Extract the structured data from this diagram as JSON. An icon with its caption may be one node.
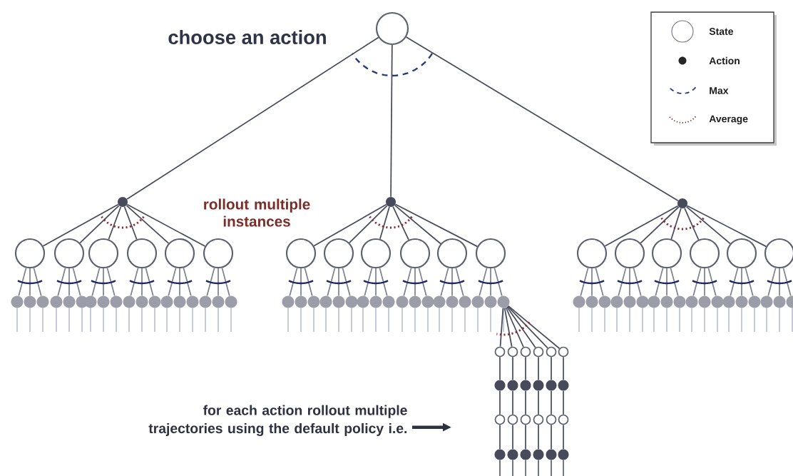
{
  "diagram": {
    "nodes": [
      {
        "text": [],
        "shape": "circle"
      },
      {
        "text": [],
        "shape": "dot"
      },
      {
        "text": [],
        "shape": "dot"
      },
      {
        "text": [],
        "shape": "dot"
      },
      {
        "text": [],
        "shape": "circle"
      },
      {
        "text": [],
        "shape": "circle"
      },
      {
        "text": [],
        "shape": "circle"
      },
      {
        "text": [],
        "shape": "circle"
      },
      {
        "text": [],
        "shape": "circle"
      },
      {
        "text": [],
        "shape": "circle"
      },
      {
        "text": [],
        "shape": "circle"
      },
      {
        "text": [],
        "shape": "circle"
      },
      {
        "text": [],
        "shape": "circle"
      },
      {
        "text": [],
        "shape": "circle"
      },
      {
        "text": [],
        "shape": "circle"
      },
      {
        "text": [],
        "shape": "circle"
      },
      {
        "text": [],
        "shape": "circle"
      },
      {
        "text": [],
        "shape": "circle"
      },
      {
        "text": [],
        "shape": "circle"
      },
      {
        "text": [],
        "shape": "circle"
      },
      {
        "text": [],
        "shape": "circle"
      },
      {
        "text": [],
        "shape": "circle"
      },
      {
        "text": [],
        "shape": "dot"
      },
      {
        "text": [],
        "shape": "dot"
      },
      {
        "text": [],
        "shape": "dot"
      },
      {
        "text": [],
        "shape": "dot"
      },
      {
        "text": [],
        "shape": "dot"
      },
      {
        "text": [],
        "shape": "dot"
      },
      {
        "text": [],
        "shape": "dot"
      },
      {
        "text": [],
        "shape": "dot"
      },
      {
        "text": [],
        "shape": "dot"
      },
      {
        "text": [],
        "shape": "dot"
      },
      {
        "text": [],
        "shape": "dot"
      },
      {
        "text": [],
        "shape": "dot"
      },
      {
        "text": [],
        "shape": "dot"
      },
      {
        "text": [],
        "shape": "dot"
      },
      {
        "text": [],
        "shape": "dot"
      },
      {
        "text": [],
        "shape": "dot"
      },
      {
        "text": [],
        "shape": "dot"
      },
      {
        "text": [],
        "shape": "dot"
      },
      {
        "text": [],
        "shape": "dot"
      },
      {
        "text": [],
        "shape": "dot"
      },
      {
        "text": [],
        "shape": "dot"
      },
      {
        "text": [],
        "shape": "dot"
      },
      {
        "text": [],
        "shape": "dot"
      },
      {
        "text": [],
        "shape": "dot"
      },
      {
        "text": [],
        "shape": "dot"
      },
      {
        "text": [],
        "shape": "dot"
      },
      {
        "text": [],
        "shape": "dot"
      },
      {
        "text": [],
        "shape": "dot"
      },
      {
        "text": [],
        "shape": "dot"
      },
      {
        "text": [],
        "shape": "dot"
      },
      {
        "text": [],
        "shape": "dot"
      },
      {
        "text": [],
        "shape": "dot"
      },
      {
        "text": [],
        "shape": "dot"
      },
      {
        "text": [],
        "shape": "dot"
      },
      {
        "text": [],
        "shape": "dot"
      },
      {
        "text": [],
        "shape": "dot"
      },
      {
        "text": [],
        "shape": "dot"
      },
      {
        "text": [],
        "shape": "dot"
      },
      {
        "text": [],
        "shape": "dot"
      },
      {
        "text": [],
        "shape": "dot"
      },
      {
        "text": [],
        "shape": "dot"
      },
      {
        "text": [],
        "shape": "dot"
      },
      {
        "text": [],
        "shape": "dot"
      },
      {
        "text": [],
        "shape": "dot"
      },
      {
        "text": [],
        "shape": "dot"
      },
      {
        "text": [],
        "shape": "dot"
      },
      {
        "text": [],
        "shape": "dot"
      },
      {
        "text": [],
        "shape": "dot"
      },
      {
        "text": [],
        "shape": "dot"
      },
      {
        "text": [],
        "shape": "dot"
      },
      {
        "text": [],
        "shape": "dot"
      },
      {
        "text": [],
        "shape": "dot"
      },
      {
        "text": [],
        "shape": "dot"
      },
      {
        "text": [],
        "shape": "dot"
      },
      {
        "text": [],
        "shape": "circle"
      },
      {
        "text": [],
        "shape": "circle"
      },
      {
        "text": [],
        "shape": "circle"
      },
      {
        "text": [],
        "shape": "circle"
      },
      {
        "text": [],
        "shape": "circle"
      },
      {
        "text": [],
        "shape": "circle"
      },
      {
        "text": [],
        "shape": "dot"
      },
      {
        "text": [],
        "shape": "dot"
      },
      {
        "text": [],
        "shape": "dot"
      },
      {
        "text": [],
        "shape": "dot"
      },
      {
        "text": [],
        "shape": "dot"
      },
      {
        "text": [],
        "shape": "dot"
      },
      {
        "text": [],
        "shape": "circle"
      },
      {
        "text": [],
        "shape": "circle"
      },
      {
        "text": [],
        "shape": "circle"
      },
      {
        "text": [],
        "shape": "circle"
      },
      {
        "text": [],
        "shape": "circle"
      },
      {
        "text": [],
        "shape": "circle"
      },
      {
        "text": [],
        "shape": "dot"
      },
      {
        "text": [],
        "shape": "dot"
      },
      {
        "text": [],
        "shape": "dot"
      },
      {
        "text": [],
        "shape": "dot"
      },
      {
        "text": [],
        "shape": "dot"
      },
      {
        "text": [],
        "shape": "dot"
      },
      {
        "text": [
          "for each action rollout multiple trajectories using the default policy i.e."
        ]
      }
    ],
    "edges": [
      {
        "from": 0,
        "to": 1,
        "arrow": "none",
        "color": "#474b5c"
      },
      {
        "from": 0,
        "to": 2,
        "arrow": "none",
        "color": "#474b5c"
      },
      {
        "from": 0,
        "to": 3,
        "arrow": "none",
        "color": "#474b5c"
      },
      {
        "from": 1,
        "to": 4,
        "arrow": "none",
        "color": "#474b5c"
      },
      {
        "from": 1,
        "to": 5,
        "arrow": "none",
        "color": "#474b5c"
      },
      {
        "from": 1,
        "to": 6,
        "arrow": "none",
        "color": "#474b5c"
      },
      {
        "from": 1,
        "to": 7,
        "arrow": "none",
        "color": "#474b5c"
      },
      {
        "from": 1,
        "to": 8,
        "arrow": "none",
        "color": "#474b5c"
      },
      {
        "from": 1,
        "to": 9,
        "arrow": "none",
        "color": "#474b5c"
      },
      {
        "from": 2,
        "to": 10,
        "arrow": "none",
        "color": "#474b5c"
      },
      {
        "from": 2,
        "to": 11,
        "arrow": "none",
        "color": "#474b5c"
      },
      {
        "from": 2,
        "to": 12,
        "arrow": "none",
        "color": "#474b5c"
      },
      {
        "from": 2,
        "to": 13,
        "arrow": "none",
        "color": "#474b5c"
      },
      {
        "from": 2,
        "to": 14,
        "arrow": "none",
        "color": "#474b5c"
      },
      {
        "from": 2,
        "to": 15,
        "arrow": "none",
        "color": "#474b5c"
      },
      {
        "from": 3,
        "to": 16,
        "arrow": "none",
        "color": "#474b5c"
      },
      {
        "from": 3,
        "to": 17,
        "arrow": "none",
        "color": "#474b5c"
      },
      {
        "from": 3,
        "to": 18,
        "arrow": "none",
        "color": "#474b5c"
      },
      {
        "from": 3,
        "to": 19,
        "arrow": "none",
        "color": "#474b5c"
      },
      {
        "from": 3,
        "to": 20,
        "arrow": "none",
        "color": "#474b5c"
      },
      {
        "from": 3,
        "to": 21,
        "arrow": "none",
        "color": "#474b5c"
      },
      {
        "from": 4,
        "to": 22,
        "arrow": "none"
      },
      {
        "from": 4,
        "to": 23,
        "arrow": "none"
      },
      {
        "from": 4,
        "to": 24,
        "arrow": "none"
      },
      {
        "from": 5,
        "to": 25,
        "arrow": "none"
      },
      {
        "from": 5,
        "to": 26,
        "arrow": "none"
      },
      {
        "from": 5,
        "to": 27,
        "arrow": "none"
      },
      {
        "from": 6,
        "to": 28,
        "arrow": "none"
      },
      {
        "from": 6,
        "to": 29,
        "arrow": "none"
      },
      {
        "from": 6,
        "to": 30,
        "arrow": "none"
      },
      {
        "from": 7,
        "to": 31,
        "arrow": "none"
      },
      {
        "from": 7,
        "to": 32,
        "arrow": "none"
      },
      {
        "from": 7,
        "to": 33,
        "arrow": "none"
      },
      {
        "from": 8,
        "to": 34,
        "arrow": "none"
      },
      {
        "from": 8,
        "to": 35,
        "arrow": "none"
      },
      {
        "from": 8,
        "to": 36,
        "arrow": "none"
      },
      {
        "from": 9,
        "to": 37,
        "arrow": "none"
      },
      {
        "from": 9,
        "to": 38,
        "arrow": "none"
      },
      {
        "from": 9,
        "to": 39,
        "arrow": "none"
      },
      {
        "from": 10,
        "to": 40,
        "arrow": "none"
      },
      {
        "from": 10,
        "to": 41,
        "arrow": "none"
      },
      {
        "from": 10,
        "to": 42,
        "arrow": "none"
      },
      {
        "from": 11,
        "to": 43,
        "arrow": "none"
      },
      {
        "from": 11,
        "to": 44,
        "arrow": "none"
      },
      {
        "from": 11,
        "to": 45,
        "arrow": "none"
      },
      {
        "from": 12,
        "to": 46,
        "arrow": "none"
      },
      {
        "from": 12,
        "to": 47,
        "arrow": "none"
      },
      {
        "from": 12,
        "to": 48,
        "arrow": "none"
      },
      {
        "from": 13,
        "to": 49,
        "arrow": "none"
      },
      {
        "from": 13,
        "to": 50,
        "arrow": "none"
      },
      {
        "from": 13,
        "to": 51,
        "arrow": "none"
      },
      {
        "from": 14,
        "to": 52,
        "arrow": "none"
      },
      {
        "from": 14,
        "to": 53,
        "arrow": "none"
      },
      {
        "from": 14,
        "to": 54,
        "arrow": "none"
      },
      {
        "from": 15,
        "to": 55,
        "arrow": "none"
      },
      {
        "from": 15,
        "to": 56,
        "arrow": "none"
      },
      {
        "from": 15,
        "to": 57,
        "arrow": "none"
      },
      {
        "from": 16,
        "to": 58,
        "arrow": "none"
      },
      {
        "from": 16,
        "to": 59,
        "arrow": "none"
      },
      {
        "from": 16,
        "to": 60,
        "arrow": "none"
      },
      {
        "from": 17,
        "to": 61,
        "arrow": "none"
      },
      {
        "from": 17,
        "to": 62,
        "arrow": "none"
      },
      {
        "from": 17,
        "to": 63,
        "arrow": "none"
      },
      {
        "from": 18,
        "to": 64,
        "arrow": "none"
      },
      {
        "from": 18,
        "to": 65,
        "arrow": "none"
      },
      {
        "from": 18,
        "to": 66,
        "arrow": "none"
      },
      {
        "from": 19,
        "to": 67,
        "arrow": "none"
      },
      {
        "from": 19,
        "to": 68,
        "arrow": "none"
      },
      {
        "from": 19,
        "to": 69,
        "arrow": "none"
      },
      {
        "from": 20,
        "to": 70,
        "arrow": "none"
      },
      {
        "from": 20,
        "to": 71,
        "arrow": "none"
      },
      {
        "from": 20,
        "to": 72,
        "arrow": "none"
      },
      {
        "from": 21,
        "to": 73,
        "arrow": "none"
      },
      {
        "from": 21,
        "to": 74,
        "arrow": "none"
      },
      {
        "from": 21,
        "to": 75,
        "arrow": "none"
      },
      {
        "from": 57,
        "to": 76,
        "arrow": "none",
        "color": "#474b5c"
      },
      {
        "from": 57,
        "to": 77,
        "arrow": "none",
        "color": "#474b5c"
      },
      {
        "from": 57,
        "to": 78,
        "arrow": "none",
        "color": "#474b5c"
      },
      {
        "from": 57,
        "to": 79,
        "arrow": "none",
        "color": "#474b5c"
      },
      {
        "from": 57,
        "to": 80,
        "arrow": "none",
        "color": "#474b5c"
      },
      {
        "from": 57,
        "to": 81,
        "arrow": "none",
        "color": "#474b5c"
      },
      {
        "from": 76,
        "to": 82,
        "arrow": "none",
        "color": "#474b5c"
      },
      {
        "from": 77,
        "to": 83,
        "arrow": "none",
        "color": "#474b5c"
      },
      {
        "from": 78,
        "to": 84,
        "arrow": "none",
        "color": "#474b5c"
      },
      {
        "from": 79,
        "to": 85,
        "arrow": "none",
        "color": "#474b5c"
      },
      {
        "from": 80,
        "to": 86,
        "arrow": "none",
        "color": "#474b5c"
      },
      {
        "from": 81,
        "to": 87,
        "arrow": "none",
        "color": "#474b5c"
      },
      {
        "from": 82,
        "to": 88,
        "arrow": "none",
        "color": "#474b5c"
      },
      {
        "from": 83,
        "to": 89,
        "arrow": "none",
        "color": "#474b5c"
      },
      {
        "from": 84,
        "to": 90,
        "arrow": "none",
        "color": "#474b5c"
      },
      {
        "from": 85,
        "to": 91,
        "arrow": "none",
        "color": "#474b5c"
      },
      {
        "from": 86,
        "to": 92,
        "arrow": "none",
        "color": "#474b5c"
      },
      {
        "from": 87,
        "to": 93,
        "arrow": "none",
        "color": "#474b5c"
      },
      {
        "from": 88,
        "to": 94,
        "arrow": "none",
        "color": "#474b5c"
      },
      {
        "from": 89,
        "to": 95,
        "arrow": "none",
        "color": "#474b5c"
      },
      {
        "from": 90,
        "to": 96,
        "arrow": "none",
        "color": "#474b5c"
      },
      {
        "from": 91,
        "to": 97,
        "arrow": "none",
        "color": "#474b5c"
      },
      {
        "from": 92,
        "to": 98,
        "arrow": "none",
        "color": "#474b5c"
      },
      {
        "from": 93,
        "to": 99,
        "arrow": "none",
        "color": "#474b5c"
      },
      {
        "from": 100,
        "to": null,
        "arrow": "to",
        "style": "thick",
        "color": "#2e3140"
      }
    ],
    "labels": [
      "choose an action",
      "rollout multiple instances"
    ],
    "legend": [
      {
        "text": "State"
      },
      {
        "text": "Action"
      },
      {
        "text": "Max"
      },
      {
        "text": "Average"
      }
    ]
  }
}
